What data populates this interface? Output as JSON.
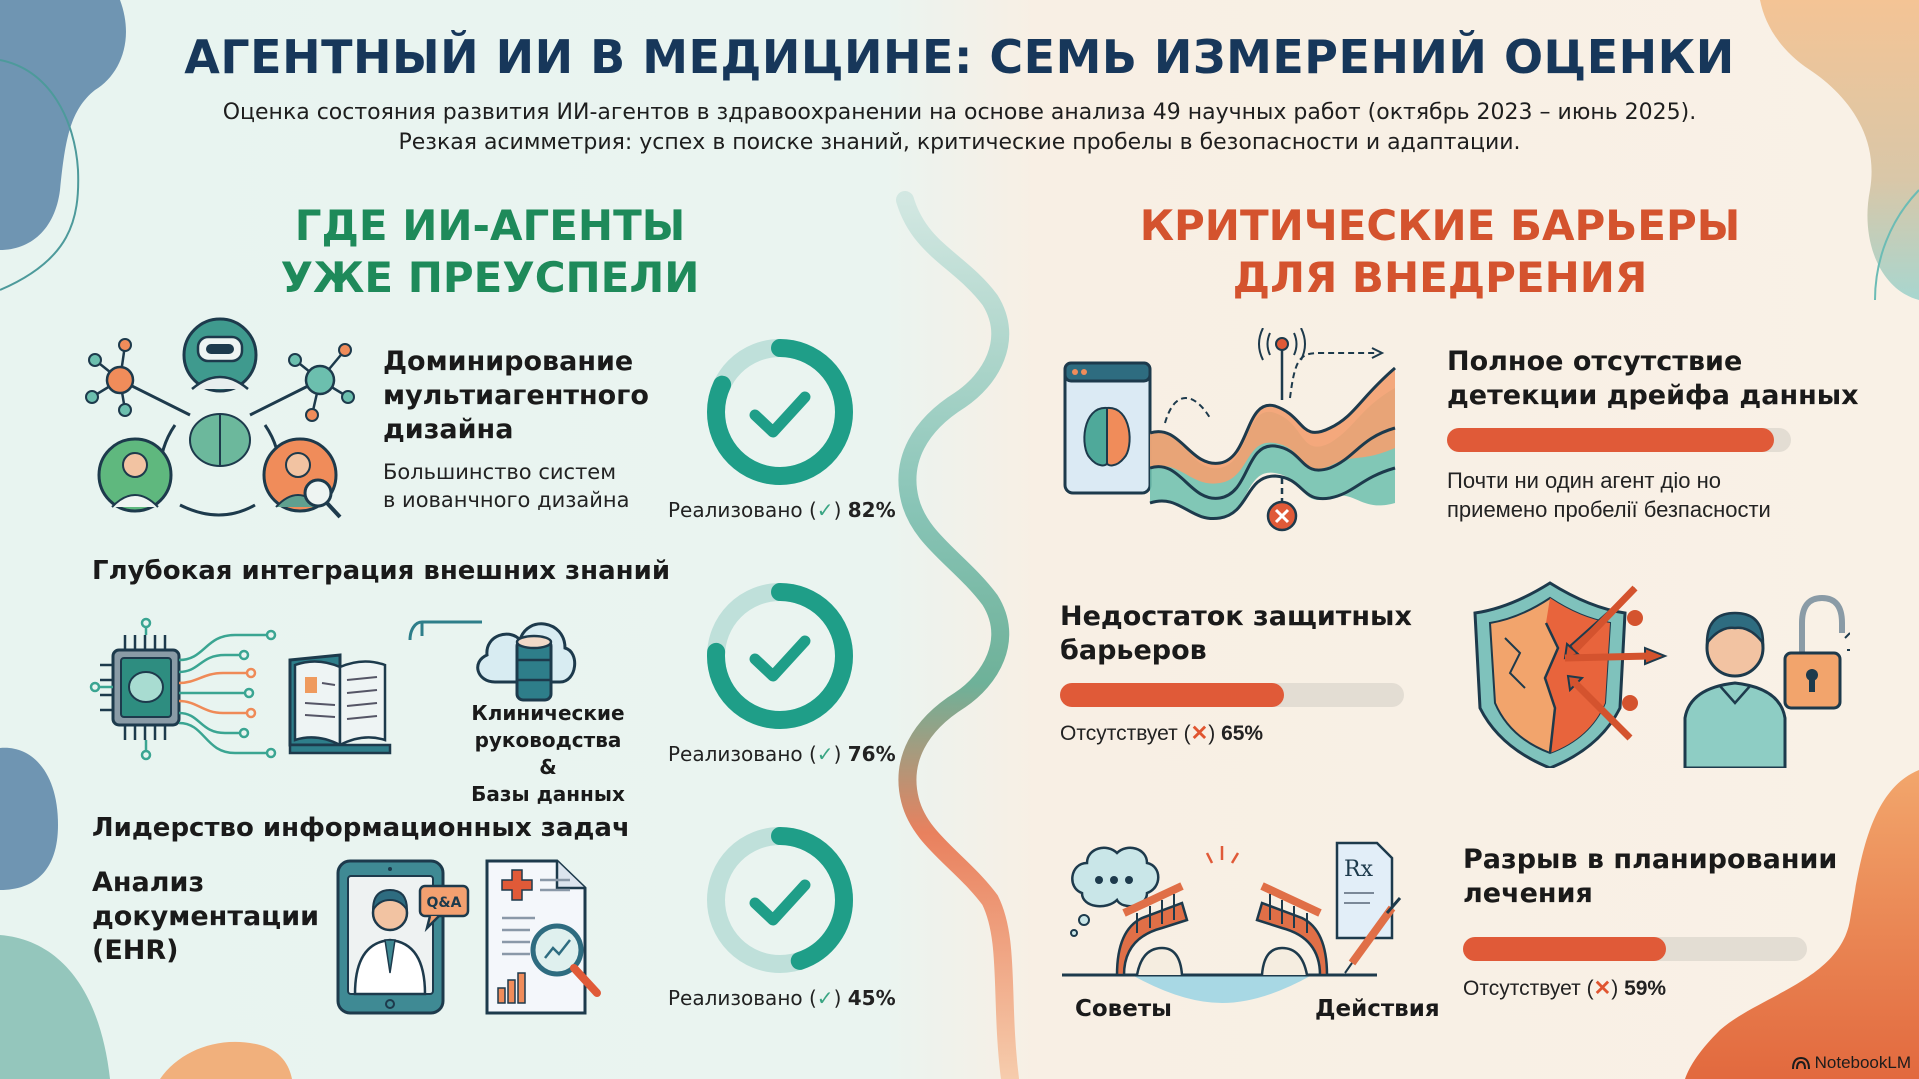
{
  "header": {
    "title": "АГЕНТНЫЙ ИИ В МЕДИЦИНЕ: СЕМЬ ИЗМЕРЕНИЙ ОЦЕНКИ",
    "subtitle_line1": "Оценка состояния развития ИИ-агентов в здравоохранении на основе анализа 49 научных работ (октябрь 2023 – июнь 2025).",
    "subtitle_line2": "Резкая асимметрия: успех в поиске знаний, критические пробелы в безопасности и адаптации."
  },
  "left": {
    "heading_line1": "ГДЕ ИИ-АГЕНТЫ",
    "heading_line2": "УЖЕ ПРЕУСПЕЛИ",
    "color": "#1e8a5a",
    "items": [
      {
        "title_line1": "Доминирование",
        "title_line2": "мультиагентного",
        "title_line3": "дизайна",
        "desc_line1": "Большинство систем",
        "desc_line2": "в иованчного дизайна",
        "status_label": "Реализовано (",
        "status_icon": "✓",
        "status_close": ")",
        "percent": "82%",
        "value": 82,
        "icon": "multi-agent-network-icon"
      },
      {
        "title": "Глубокая интеграция внешних знаний",
        "caption_line1": "Клинические",
        "caption_line2": "руководства &",
        "caption_line3": "Базы данных",
        "status_label": "Реализовано (",
        "status_icon": "✓",
        "status_close": ")",
        "percent": "76%",
        "value": 76,
        "icon": "chip-book-database-icon"
      },
      {
        "title": "Лидерство информационных задач",
        "subtitle_line1": "Анализ",
        "subtitle_line2": "документации",
        "subtitle_line3": "(EHR)",
        "qa_badge": "Q&A",
        "status_label": "Реализовано (",
        "status_icon": "✓",
        "status_close": ")",
        "percent": "45%",
        "value": 45,
        "icon": "tablet-doctor-document-icon"
      }
    ]
  },
  "right": {
    "heading_line1": "КРИТИЧЕСКИЕ БАРЬЕРЫ",
    "heading_line2": "ДЛЯ ВНЕДРЕНИЯ",
    "color": "#d4532e",
    "items": [
      {
        "title_line1": "Полное отсутствие",
        "title_line2": "детекции дрейфа данных",
        "desc_line1": "Почти ни один агент діо но",
        "desc_line2": "приемено пробелії безпасности",
        "value": 95,
        "icon": "data-drift-wave-icon"
      },
      {
        "title_line1": "Недостаток защитных",
        "title_line2": "барьеров",
        "status_label": "Отсутствует (",
        "status_icon": "✕",
        "status_close": ")",
        "percent": "65%",
        "value": 65,
        "icon": "broken-shield-icon"
      },
      {
        "title_line1": "Разрыв в планировании",
        "title_line2": "лечения",
        "status_label": "Отсутствует (",
        "status_icon": "✕",
        "status_close": ")",
        "percent": "59%",
        "value": 59,
        "bridge_left": "Советы",
        "bridge_right": "Действия",
        "rx": "Rx",
        "icon": "broken-bridge-icon"
      }
    ]
  },
  "footer": {
    "brand": "NotebookLM"
  },
  "colors": {
    "teal": "#1f9e88",
    "teal_light": "#bfe0da",
    "orange_red": "#e05a38",
    "navy": "#17375a",
    "track": "#e3ddd3"
  }
}
